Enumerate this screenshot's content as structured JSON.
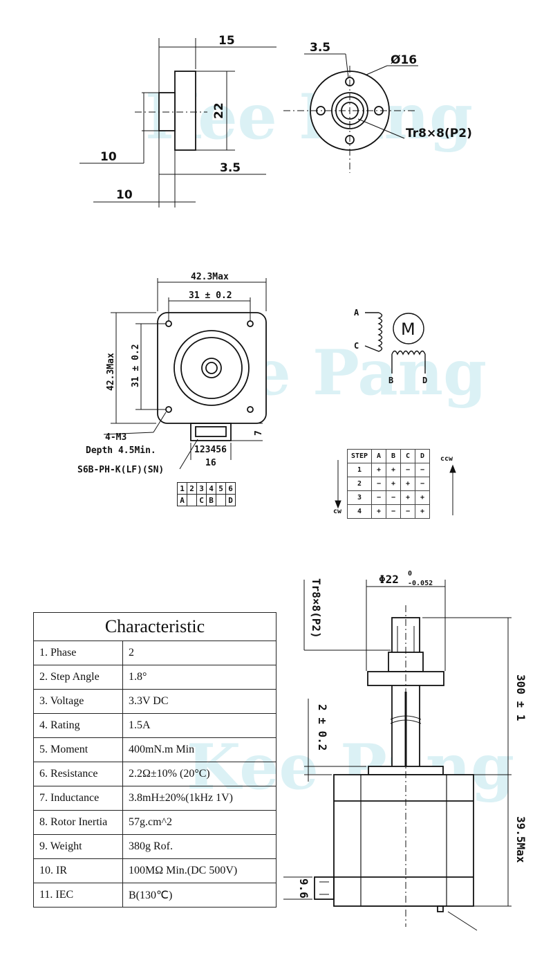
{
  "watermark": "Kee Pang",
  "nut_drawing": {
    "dim_length": "15",
    "dim_flange_height": "22",
    "dim_left_10_a": "10",
    "dim_left_10_b": "10",
    "dim_flange_thick": "3.5",
    "dim_hole": "3.5",
    "dim_diameter": "Ø16",
    "thread_label": "Tr8×8(P2)"
  },
  "motor_front": {
    "dim_width_max": "42.3Max",
    "dim_hole_pitch": "31 ± 0.2",
    "dim_height_max": "42.3Max",
    "dim_hole_pitch_v": "31 ± 0.2",
    "screw_label": "4-M3",
    "depth_label": "Depth 4.5Min.",
    "connector_label": "S6B-PH-K(LF)(SN)",
    "connector_pins": "123456",
    "dim_connector": "16",
    "dim_connector_h": "7"
  },
  "schematic": {
    "label_a": "A",
    "label_c": "C",
    "label_b": "B",
    "label_d": "D",
    "motor_symbol": "M"
  },
  "pin_map": {
    "pins": [
      "1",
      "2",
      "3",
      "4",
      "5",
      "6"
    ],
    "phases": [
      "A",
      "",
      "C",
      "B",
      "",
      "D"
    ]
  },
  "step_table": {
    "headers": [
      "STEP",
      "A",
      "B",
      "C",
      "D"
    ],
    "rows": [
      [
        "1",
        "+",
        "+",
        "−",
        "−"
      ],
      [
        "2",
        "−",
        "+",
        "+",
        "−"
      ],
      [
        "3",
        "−",
        "−",
        "+",
        "+"
      ],
      [
        "4",
        "+",
        "−",
        "−",
        "+"
      ]
    ],
    "ccw_label": "ccw",
    "cw_label": "cw"
  },
  "characteristic": {
    "title": "Characteristic",
    "rows": [
      {
        "k": "1. Phase",
        "v": "2"
      },
      {
        "k": "2.  Step Angle",
        "v": "1.8°"
      },
      {
        "k": "3. Voltage",
        "v": " 3.3V  DC"
      },
      {
        "k": "4. Rating",
        "v": "1.5A"
      },
      {
        "k": "5. Moment",
        "v": "400mN.m Min"
      },
      {
        "k": "6. Resistance",
        "v": "2.2Ω±10% (20°C)"
      },
      {
        "k": "7. Inductance",
        "v": "3.8mH±20%(1kHz 1V)"
      },
      {
        "k": "8. Rotor Inertia",
        "v": "57g.cm^2"
      },
      {
        "k": "9. Weight",
        "v": "380g Rof."
      },
      {
        "k": "10. IR",
        "v": "100MΩ  Min.(DC 500V)"
      },
      {
        "k": "11. IEC",
        "v": "B(130℃)"
      }
    ]
  },
  "side_view": {
    "thread_label": "Tr8×8(P2)",
    "dim_diameter": "Φ22",
    "tol_upper": "0",
    "tol_lower": "-0.052",
    "dim_screw_length": "300 ± 1",
    "dim_gap": "2 ± 0.2",
    "dim_body": "39.5Max",
    "dim_connector": "9.6"
  }
}
